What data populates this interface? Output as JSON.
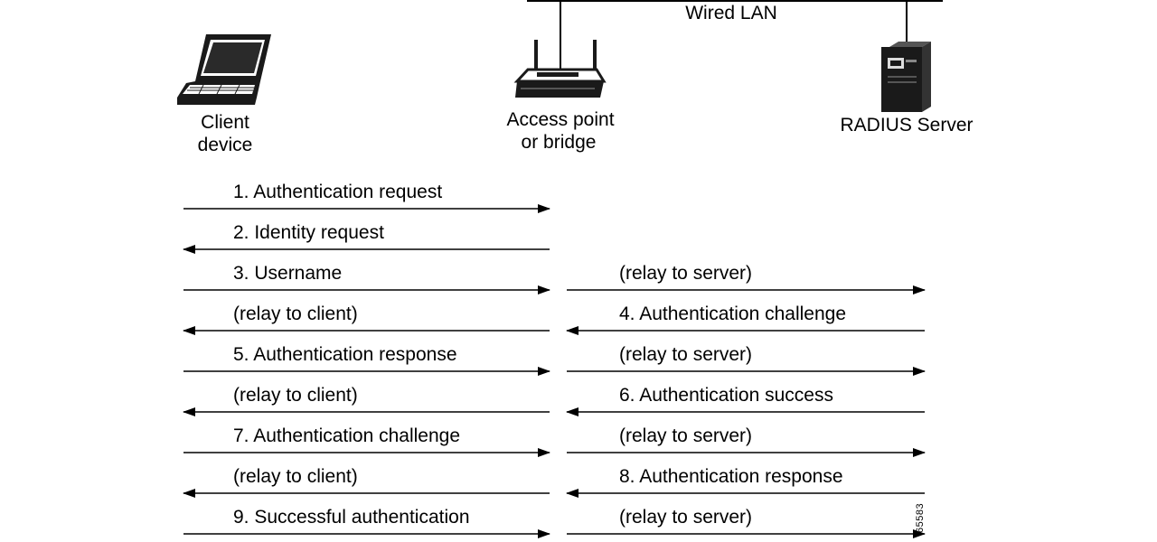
{
  "network": {
    "label": "Wired LAN"
  },
  "nodes": {
    "client": {
      "line1": "Client",
      "line2": "device",
      "icon": "laptop-icon"
    },
    "access_point": {
      "line1": "Access point",
      "line2": "or bridge",
      "icon": "access-point-icon"
    },
    "server": {
      "label": "RADIUS Server",
      "icon": "server-icon"
    }
  },
  "figure_id": "65583",
  "messages": [
    {
      "left": {
        "text": "1. Authentication request",
        "dir": "right"
      },
      "right": null
    },
    {
      "left": {
        "text": "2. Identity request",
        "dir": "left"
      },
      "right": null
    },
    {
      "left": {
        "text": "3. Username",
        "dir": "right"
      },
      "right": {
        "text": "(relay to server)",
        "dir": "right"
      }
    },
    {
      "left": {
        "text": "(relay to client)",
        "dir": "left"
      },
      "right": {
        "text": "4. Authentication challenge",
        "dir": "left"
      }
    },
    {
      "left": {
        "text": "5. Authentication response",
        "dir": "right"
      },
      "right": {
        "text": "(relay to server)",
        "dir": "right"
      }
    },
    {
      "left": {
        "text": "(relay to client)",
        "dir": "left"
      },
      "right": {
        "text": "6. Authentication success",
        "dir": "left"
      }
    },
    {
      "left": {
        "text": "7. Authentication challenge",
        "dir": "right"
      },
      "right": {
        "text": "(relay to server)",
        "dir": "right"
      }
    },
    {
      "left": {
        "text": "(relay to client)",
        "dir": "left"
      },
      "right": {
        "text": "8. Authentication response",
        "dir": "left"
      }
    },
    {
      "left": {
        "text": "9. Successful authentication",
        "dir": "right"
      },
      "right": {
        "text": "(relay to server)",
        "dir": "right"
      }
    }
  ]
}
